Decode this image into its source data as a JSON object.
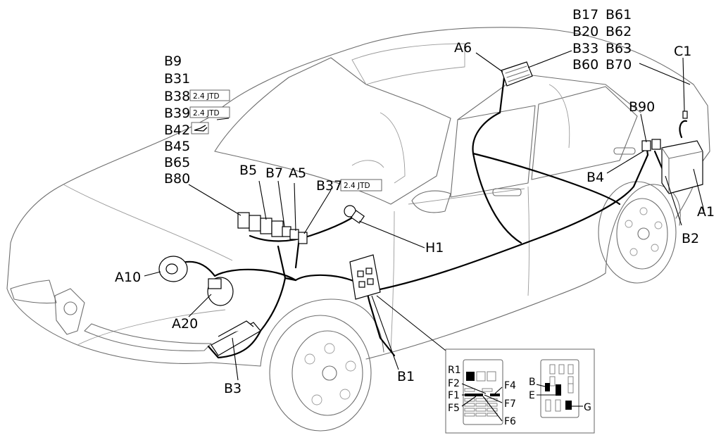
{
  "labels": {
    "b9": "B9",
    "b31": "B31",
    "b38": "B38",
    "b39": "B39",
    "b42": "B42",
    "b45": "B45",
    "b65": "B65",
    "b80": "B80",
    "b5": "B5",
    "b7": "B7",
    "a5": "A5",
    "b37": "B37",
    "a6": "A6",
    "b17": "B17",
    "b20": "B20",
    "b33": "B33",
    "b60": "B60",
    "b61": "B61",
    "b62": "B62",
    "b63": "B63",
    "b70": "B70",
    "c1": "C1",
    "b90": "B90",
    "b4": "B4",
    "a1": "A1",
    "b2": "B2",
    "h1": "H1",
    "a10": "A10",
    "a20": "A20",
    "b3": "B3",
    "b1": "B1"
  },
  "tags": {
    "b38": "2.4 JTD",
    "b39": "2.4 JTD",
    "b37": "2.4 JTD"
  },
  "icons": {
    "b42": "oil-can-icon"
  },
  "inset": {
    "left_panel": {
      "r1": "R1",
      "f2": "F2",
      "f1": "F1",
      "f5": "F5",
      "f4": "F4",
      "f7": "F7",
      "f6": "F6"
    },
    "right_panel": {
      "b": "B",
      "e": "E",
      "g": "G"
    }
  }
}
